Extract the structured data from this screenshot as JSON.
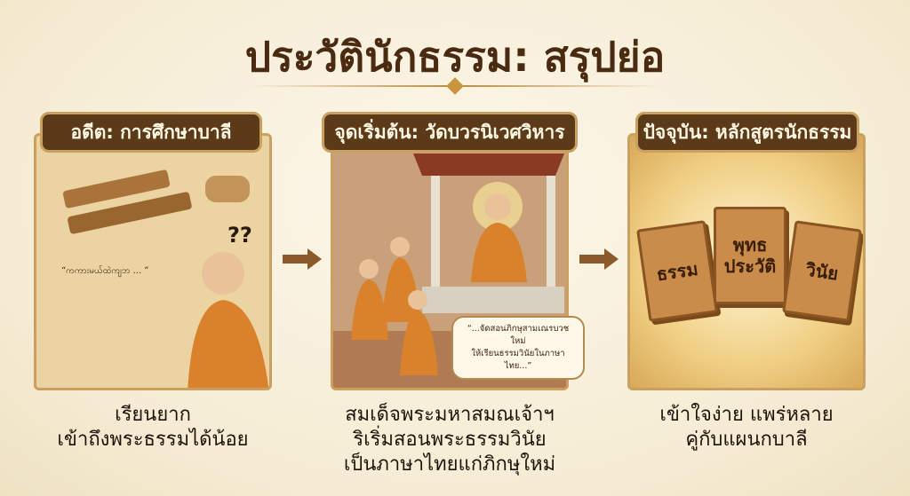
{
  "title": "ประวัตินักธรรม: สรุปย่อ",
  "panels": [
    {
      "header": "อดีต: การศึกษาบาลี",
      "caption_lines": [
        "เรียนยาก",
        "เข้าถึงพระธรรมได้น้อย"
      ],
      "quote": "“ကကားမယ်ထဲကျဘ ... ”",
      "question_marks": "??"
    },
    {
      "header": "จุดเริ่มต้น: วัดบวรนิเวศวิหาร",
      "caption_lines": [
        "สมเด็จพระมหาสมณเจ้าฯ",
        "ริเริ่มสอนพระธรรมวินัย",
        "เป็นภาษาไทยแก่ภิกษุใหม่"
      ],
      "bubble_lines": [
        "“...จัดสอนภิกษุสามเณรบวชใหม่",
        "ให้เรียนธรรมวินัยในภาษาไทย...”"
      ]
    },
    {
      "header": "ปัจจุบัน: หลักสูตรนักธรรม",
      "caption_lines": [
        "เข้าใจง่าย แพร่หลาย",
        "คู่กับแผนกบาลี"
      ],
      "books": [
        "ธรรม",
        "พุทธ ประวัติ",
        "วินัย"
      ]
    }
  ],
  "colors": {
    "plaque": "#5b3a1a",
    "gold": "#c9a060",
    "robe": "#d9822b",
    "background": "#f8f0dc"
  }
}
